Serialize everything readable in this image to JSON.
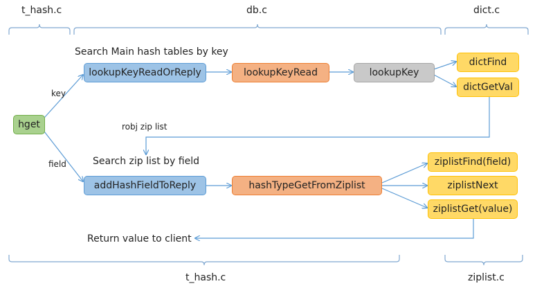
{
  "files": {
    "top_left": "t_hash.c",
    "top_mid": "db.c",
    "top_right": "dict.c",
    "bottom_left": "t_hash.c",
    "bottom_right": "ziplist.c"
  },
  "annotations": {
    "search_main": "Search Main hash tables by key",
    "key": "key",
    "field": "field",
    "robj": "robj zip list",
    "search_zip": "Search zip list by field",
    "return_value": "Return value to client"
  },
  "nodes": {
    "hget": "hget",
    "lookupKeyReadOrReply": "lookupKeyReadOrReply",
    "lookupKeyRead": "lookupKeyRead",
    "lookupKey": "lookupKey",
    "dictFind": "dictFind",
    "dictGetVal": "dictGetVal",
    "addHashFieldToReply": "addHashFieldToReply",
    "hashTypeGetFromZiplist": "hashTypeGetFromZiplist",
    "ziplistFind": "ziplistFind(field)",
    "ziplistNext": "ziplistNext",
    "ziplistGet": "ziplistGet(value)"
  },
  "colors": {
    "entry": "#a9d18e",
    "t_hash": "#9dc3e6",
    "db": "#f4b183",
    "lookup": "#c9c9c9",
    "lib": "#ffd966",
    "arrow": "#5b9bd5",
    "brace": "#7fa7d0"
  }
}
